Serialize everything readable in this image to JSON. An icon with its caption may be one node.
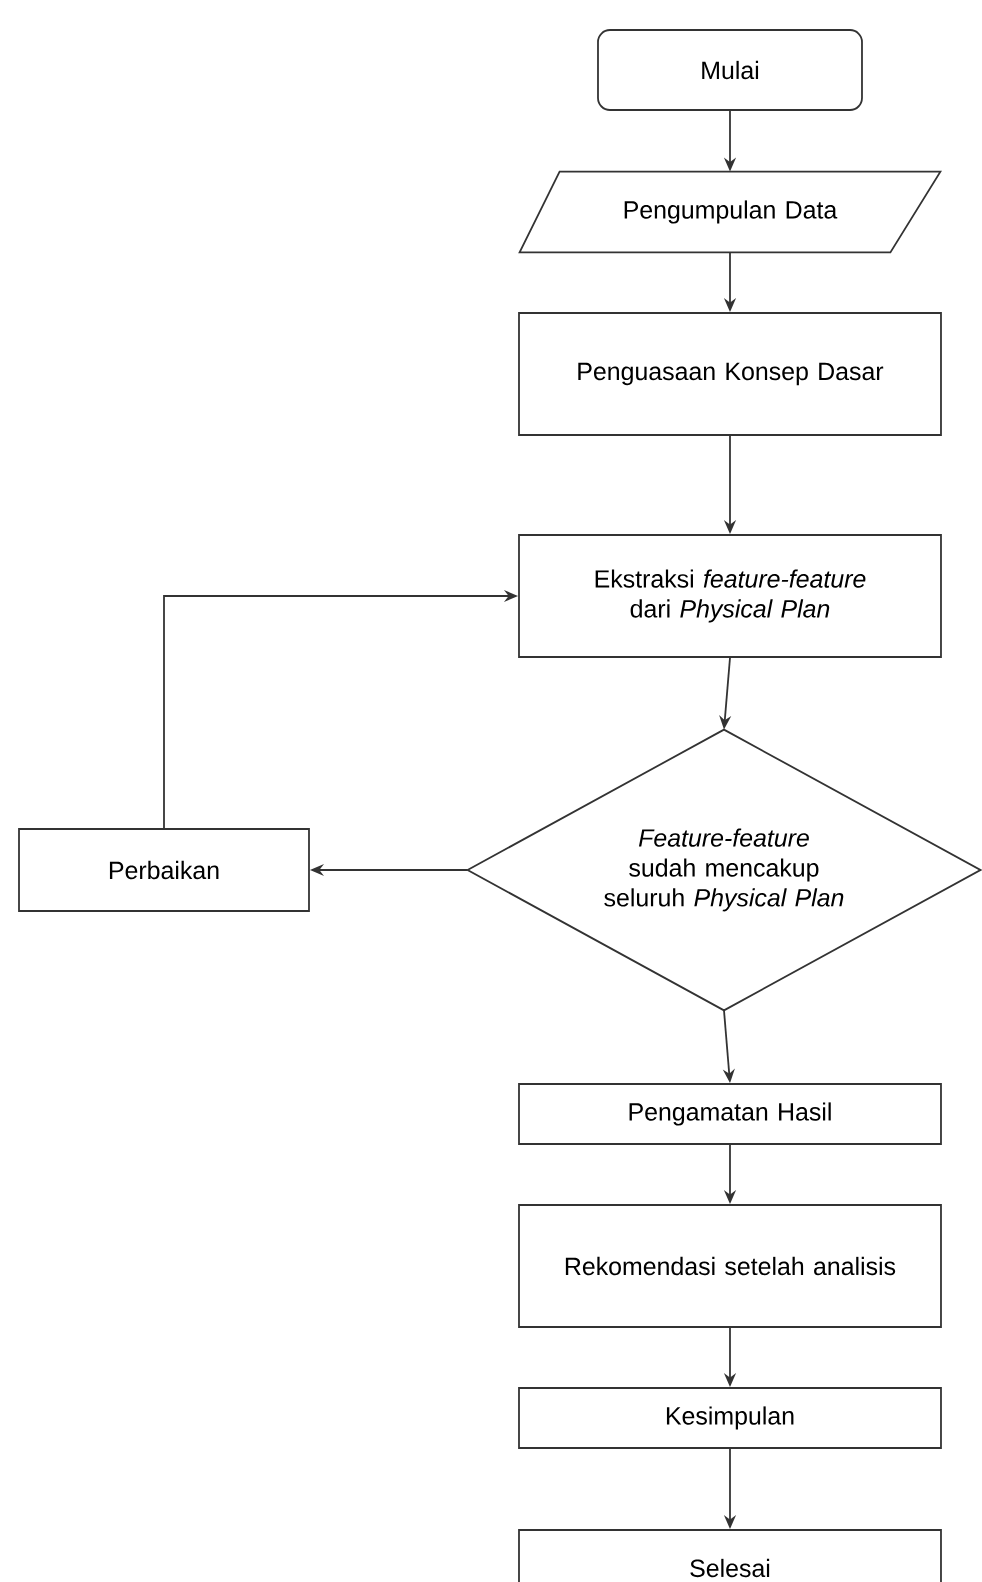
{
  "diagram": {
    "nodes": [
      {
        "text": [
          "Mulai"
        ]
      },
      {
        "text": [
          "Pengumpulan Data"
        ]
      },
      {
        "text": [
          "Penguasaan Konsep Dasar"
        ]
      },
      {
        "text": [
          "Ekstraksi *feature-feature* dari *Physical Plan*"
        ]
      },
      {
        "text": [
          "*Feature-feature* sudah mencakup seluruh *Physical Plan*"
        ]
      },
      {
        "text": [
          "Perbaikan"
        ]
      },
      {
        "text": [
          "Pengamatan Hasil"
        ]
      },
      {
        "text": [
          "Rekomendasi setelah analisis"
        ]
      },
      {
        "text": [
          "Kesimpulan"
        ]
      },
      {
        "text": [
          "Selesai"
        ]
      }
    ],
    "edges": [
      {
        "from": 0,
        "to": 1,
        "arrow": "to"
      },
      {
        "from": 1,
        "to": 2,
        "arrow": "to"
      },
      {
        "from": 2,
        "to": 3,
        "arrow": "to"
      },
      {
        "from": 3,
        "to": 4,
        "arrow": "to"
      },
      {
        "from": 4,
        "to": 5,
        "arrow": "to"
      },
      {
        "from": 5,
        "to": 3,
        "arrow": "to"
      },
      {
        "from": 4,
        "to": 6,
        "arrow": "to"
      },
      {
        "from": 6,
        "to": 7,
        "arrow": "to"
      },
      {
        "from": 7,
        "to": 8,
        "arrow": "to"
      },
      {
        "from": 8,
        "to": 9,
        "arrow": "to"
      }
    ]
  }
}
